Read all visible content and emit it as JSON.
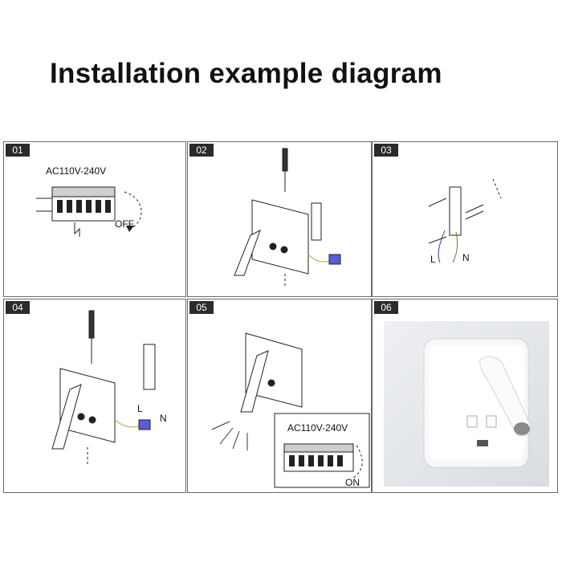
{
  "title": "Installation example diagram",
  "steps": [
    {
      "num": "01",
      "voltage": "AC110V-240V",
      "switch_state": "OFF"
    },
    {
      "num": "02"
    },
    {
      "num": "03",
      "label_l": "L",
      "label_n": "N"
    },
    {
      "num": "04",
      "label_l": "L",
      "label_n": "N"
    },
    {
      "num": "05",
      "voltage": "AC110V-240V",
      "switch_state": "ON"
    },
    {
      "num": "06"
    }
  ]
}
